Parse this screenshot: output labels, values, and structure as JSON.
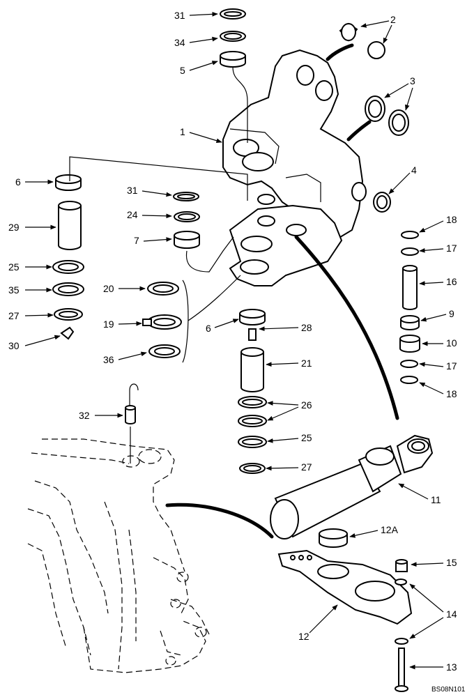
{
  "callouts": {
    "c1": "1",
    "c2": "2",
    "c3": "3",
    "c4": "4",
    "c5": "5",
    "c6a": "6",
    "c6b": "6",
    "c7": "7",
    "c9": "9",
    "c10": "10",
    "c11": "11",
    "c12": "12",
    "c12a": "12A",
    "c13": "13",
    "c14": "14",
    "c15": "15",
    "c16": "16",
    "c17a": "17",
    "c17b": "17",
    "c18a": "18",
    "c18b": "18",
    "c19": "19",
    "c20": "20",
    "c21": "21",
    "c24": "24",
    "c25a": "25",
    "c25b": "25",
    "c26": "26",
    "c27a": "27",
    "c27b": "27",
    "c28": "28",
    "c29": "29",
    "c30": "30",
    "c31a": "31",
    "c31b": "31",
    "c32": "32",
    "c34": "34",
    "c35": "35",
    "c36": "36"
  },
  "figure_code": "BS08N101"
}
